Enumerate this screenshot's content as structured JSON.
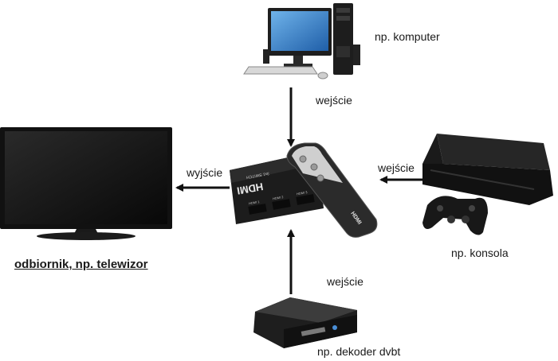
{
  "labels": {
    "computer": "np. komputer",
    "input_top": "wejście",
    "input_right": "wejście",
    "input_bottom": "wejście",
    "output": "wyjście",
    "console": "np. konsola",
    "decoder": "np. dekoder dvbt",
    "receiver": "odbiornik, np. telewizor"
  },
  "device_text": {
    "switch_logo": "HDMI",
    "switch_subtitle": "3x1 SWITCH",
    "port_1": "HDMI 1",
    "port_2": "HDMI 2",
    "port_3": "HDMI 3",
    "remote_brand": "HDMI"
  },
  "icons": {
    "computer": "desktop-computer-icon",
    "tv": "flat-tv-icon",
    "console": "game-console-icon",
    "gamepad": "gamepad-icon",
    "decoder": "set-top-box-icon",
    "switch": "hdmi-switch-icon",
    "remote": "remote-control-icon"
  },
  "colors": {
    "arrow": "#111111",
    "device_dark": "#1c1c1c",
    "screen_blue": "#2f6fc0"
  }
}
